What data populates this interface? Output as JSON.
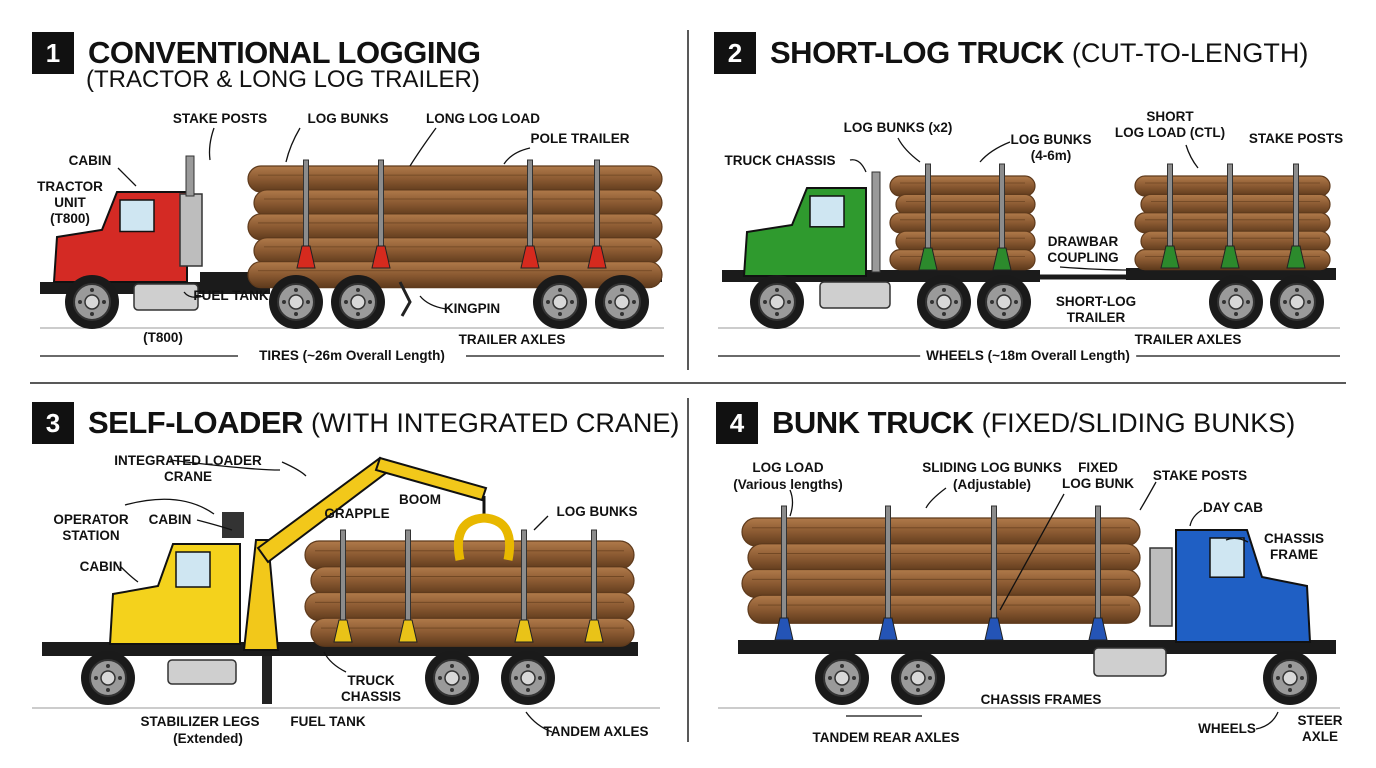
{
  "panels": [
    {
      "number": "1",
      "title": "CONVENTIONAL LOGGING",
      "subtitle": "(TRACTOR & LONG LOG TRAILER)",
      "labels": {
        "stake_posts": "STAKE POSTS",
        "log_bunks": "LOG BUNKS",
        "long_log_load": "LONG LOG LOAD",
        "pole_trailer": "POLE TRAILER",
        "cabin": "CABIN",
        "tractor_unit": "TRACTOR\nUNIT\n(T800)",
        "fuel_tank": "FUEL TANK",
        "kingpin": "KINGPIN",
        "t800": "(T800)",
        "trailer_axles": "TRAILER AXLES",
        "length": "TIRES (~26m Overall Length)"
      },
      "colors": {
        "cab": "#d42a24"
      }
    },
    {
      "number": "2",
      "title": "SHORT-LOG TRUCK",
      "subtitle": "(CUT-TO-LENGTH)",
      "labels": {
        "log_bunks_x2": "LOG BUNKS (x2)",
        "log_bunks_len": "LOG BUNKS\n(4-6m)",
        "short_log_load": "SHORT\nLOG LOAD (CTL)",
        "stake_posts": "STAKE POSTS",
        "truck_chassis": "TRUCK CHASSIS",
        "drawbar": "DRAWBAR\nCOUPLING",
        "short_log_trailer": "SHORT-LOG\nTRAILER",
        "trailer_axles": "TRAILER AXLES",
        "length": "WHEELS (~18m Overall Length)"
      },
      "colors": {
        "cab": "#2f9a2e"
      }
    },
    {
      "number": "3",
      "title": "SELF-LOADER",
      "subtitle": "(WITH INTEGRATED CRANE)",
      "labels": {
        "integrated_crane": "INTEGRATED LOADER\nCRANE",
        "operator_station": "OPERATOR\nSTATION",
        "cabin_upper": "CABIN",
        "boom": "BOOM",
        "grapple": "GRAPPLE",
        "log_bunks": "LOG BUNKS",
        "cabin": "CABIN",
        "truck_chassis": "TRUCK\nCHASSIS",
        "stabilizer_legs": "STABILIZER LEGS",
        "stabilizer_note": "(Extended)",
        "fuel_tank": "FUEL TANK",
        "tandem_axles": "TANDEM AXLES"
      },
      "colors": {
        "cab": "#f4d21c"
      }
    },
    {
      "number": "4",
      "title": "BUNK TRUCK",
      "subtitle": "(FIXED/SLIDING BUNKS)",
      "labels": {
        "log_load": "LOG LOAD",
        "log_load_note": "(Various lengths)",
        "sliding_bunks": "SLIDING LOG BUNKS",
        "sliding_note": "(Adjustable)",
        "fixed_bunk": "FIXED\nLOG BUNK",
        "stake_posts": "STAKE POSTS",
        "day_cab": "DAY CAB",
        "chassis_frame": "CHASSIS\nFRAME",
        "chassis_frames": "CHASSIS FRAMES",
        "wheels": "WHEELS",
        "steer_axle": "STEER\nAXLE",
        "tandem_rear_axles": "TANDEM REAR AXLES"
      },
      "colors": {
        "cab": "#1f5fc4"
      }
    }
  ],
  "colors": {
    "log": "#8b5a32",
    "log_dark": "#5e3a1c",
    "log_light": "#a97447",
    "frame": "#1b1b1b",
    "bunk_red": "#d62a1e",
    "bunk_green": "#2c8a2c",
    "bunk_blue": "#2454b6"
  }
}
